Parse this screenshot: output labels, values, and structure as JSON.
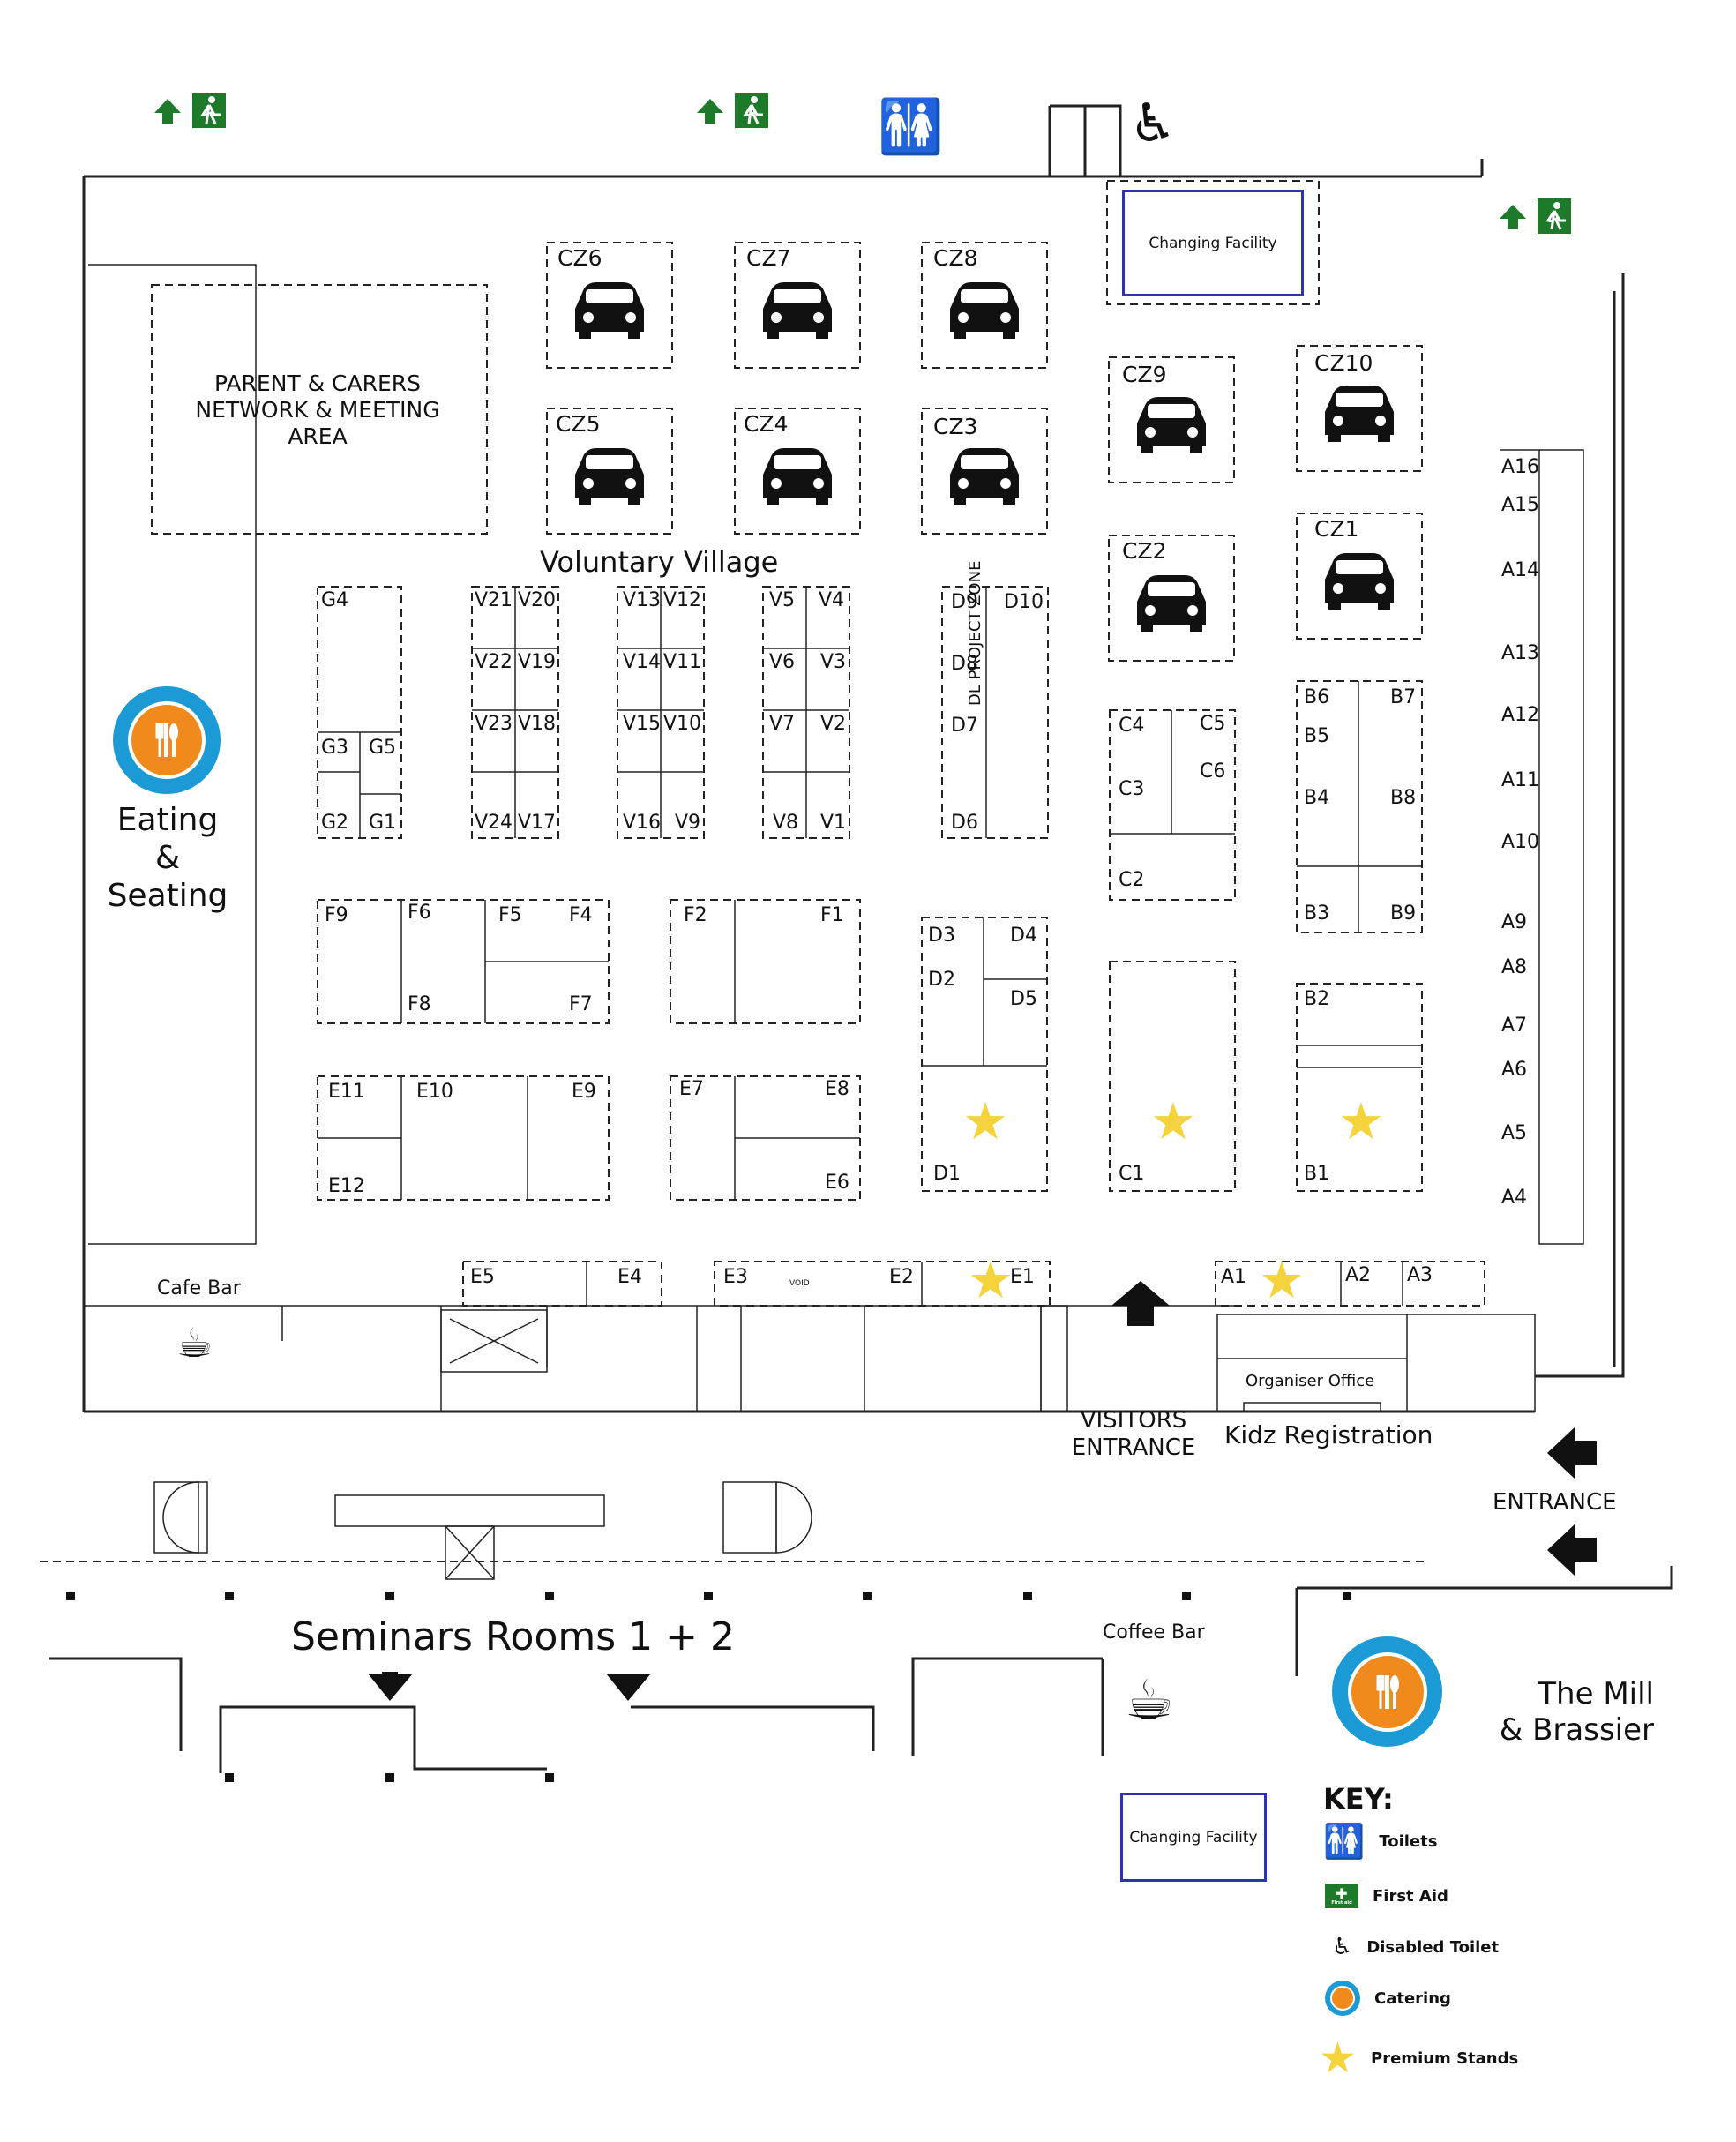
{
  "areas": {
    "parent_carers": "PARENT & CARERS\nNETWORK & MEETING\nAREA",
    "voluntary_village": "Voluntary Village",
    "eating_seating": "Eating\n&\nSeating",
    "cafe_bar": "Cafe Bar",
    "changing_facility": "Changing Facility",
    "dl_project_zone": "DL PROJECT ZONE",
    "organiser_office": "Organiser Office",
    "kidz_registration": "Kidz Registration",
    "visitors_entrance": "VISITORS\nENTRANCE",
    "entrance": "ENTRANCE",
    "seminars": "Seminars Rooms 1 + 2",
    "coffee_bar": "Coffee Bar",
    "mill": "The Mill\n& Brassier",
    "void": "VOID"
  },
  "car_zones": [
    "CZ1",
    "CZ2",
    "CZ3",
    "CZ4",
    "CZ5",
    "CZ6",
    "CZ7",
    "CZ8",
    "CZ9",
    "CZ10"
  ],
  "stands": {
    "G": [
      "G1",
      "G2",
      "G3",
      "G4",
      "G5"
    ],
    "V": [
      "V1",
      "V2",
      "V3",
      "V4",
      "V5",
      "V6",
      "V7",
      "V8",
      "V9",
      "V10",
      "V11",
      "V12",
      "V13",
      "V14",
      "V15",
      "V16",
      "V17",
      "V18",
      "V19",
      "V20",
      "V21",
      "V22",
      "V23",
      "V24"
    ],
    "D": [
      "D1",
      "D2",
      "D3",
      "D4",
      "D5",
      "D6",
      "D7",
      "D8",
      "D9",
      "D10"
    ],
    "C": [
      "C1",
      "C2",
      "C3",
      "C4",
      "C5",
      "C6"
    ],
    "B": [
      "B1",
      "B2",
      "B3",
      "B4",
      "B5",
      "B6",
      "B7",
      "B8",
      "B9"
    ],
    "A": [
      "A1",
      "A2",
      "A3",
      "A4",
      "A5",
      "A6",
      "A7",
      "A8",
      "A9",
      "A10",
      "A11",
      "A12",
      "A13",
      "A14",
      "A15",
      "A16"
    ],
    "F": [
      "F1",
      "F2",
      "F4",
      "F5",
      "F6",
      "F7",
      "F8",
      "F9"
    ],
    "E": [
      "E1",
      "E2",
      "E3",
      "E4",
      "E5",
      "E6",
      "E7",
      "E8",
      "E9",
      "E10",
      "E11",
      "E12"
    ]
  },
  "key": {
    "title": "KEY:",
    "items": [
      {
        "label": "Toilets",
        "icon": "toilets-icon"
      },
      {
        "label": "First Aid",
        "icon": "first-aid-icon"
      },
      {
        "label": "Disabled Toilet",
        "icon": "disabled-toilet-icon"
      },
      {
        "label": "Catering",
        "icon": "catering-icon"
      },
      {
        "label": "Premium Stands",
        "icon": "premium-star-icon"
      }
    ],
    "first_aid_sign": "First aid"
  },
  "colors": {
    "exit_green": "#1e7a2a",
    "premium_star": "#f5d33c",
    "changing_border": "#2a34b4",
    "catering_blue": "#1b9ad6",
    "catering_orange": "#f08a1c"
  }
}
